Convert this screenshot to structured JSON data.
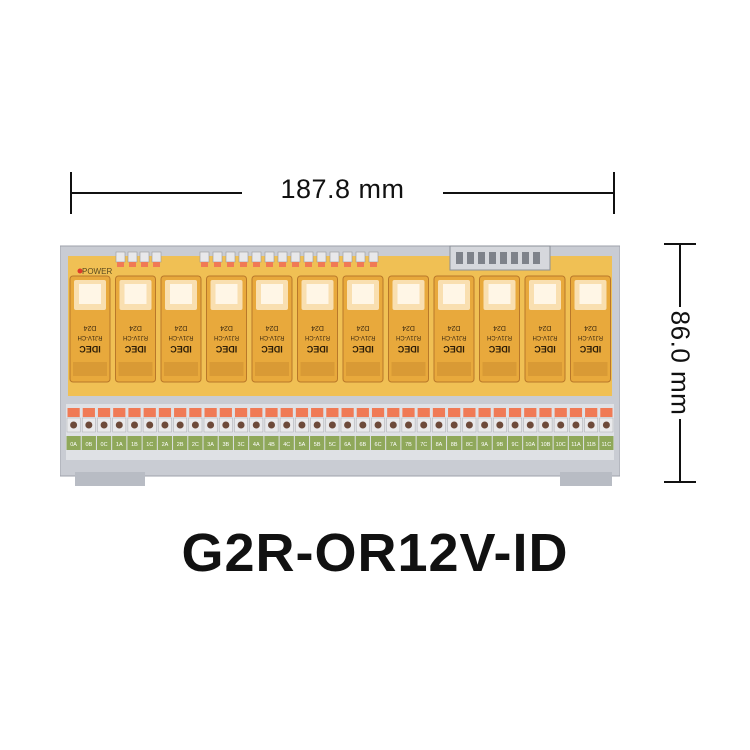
{
  "dimensions": {
    "width_label": "187.8 mm",
    "height_label": "86.0 mm"
  },
  "board": {
    "power_label": "POWER",
    "relay_count": 12,
    "relay_brand": "IDEC",
    "relay_model": "RJ1V-CH",
    "relay_voltage": "D24",
    "terminal_labels": [
      "0A",
      "0B",
      "0C",
      "1A",
      "1B",
      "1C",
      "2A",
      "2B",
      "2C",
      "3A",
      "3B",
      "3C",
      "4A",
      "4B",
      "4C",
      "5A",
      "5B",
      "5C",
      "6A",
      "6B",
      "6C",
      "7A",
      "7B",
      "7C",
      "8A",
      "8B",
      "8C",
      "9A",
      "9B",
      "9C",
      "10A",
      "10B",
      "10C",
      "11A",
      "11B",
      "11C"
    ]
  },
  "model_name": "G2R-OR12V-ID",
  "colors": {
    "rail": "#c9ccd3",
    "board": "#f0c054",
    "relay_shell": "#e8a93c",
    "terminal_base": "#8fa85a",
    "terminal_lever": "#f07a55",
    "text": "#111111"
  }
}
